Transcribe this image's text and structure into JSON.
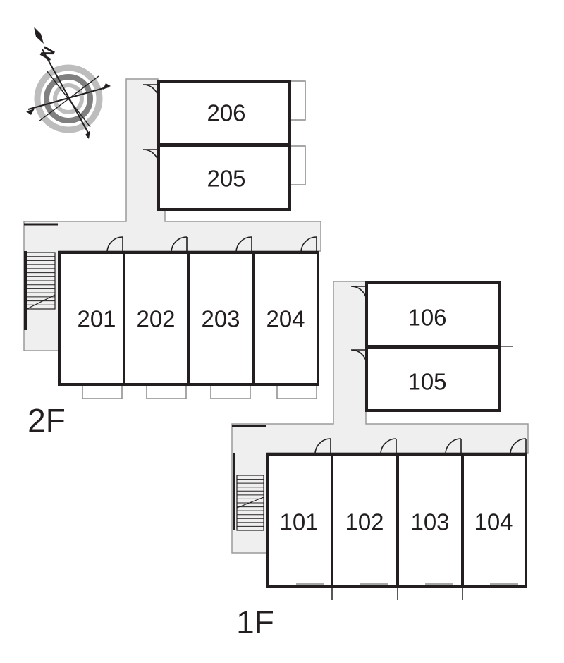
{
  "compass": {
    "label": "N",
    "icon": "north-compass-icon"
  },
  "floors": [
    {
      "id": "2F",
      "label": "2F",
      "rooms": [
        "201",
        "202",
        "203",
        "204",
        "205",
        "206"
      ]
    },
    {
      "id": "1F",
      "label": "1F",
      "rooms": [
        "101",
        "102",
        "103",
        "104",
        "105",
        "106"
      ]
    }
  ],
  "colors": {
    "wall": "#231f20",
    "corridor": "#efefef",
    "room": "#ffffff"
  }
}
